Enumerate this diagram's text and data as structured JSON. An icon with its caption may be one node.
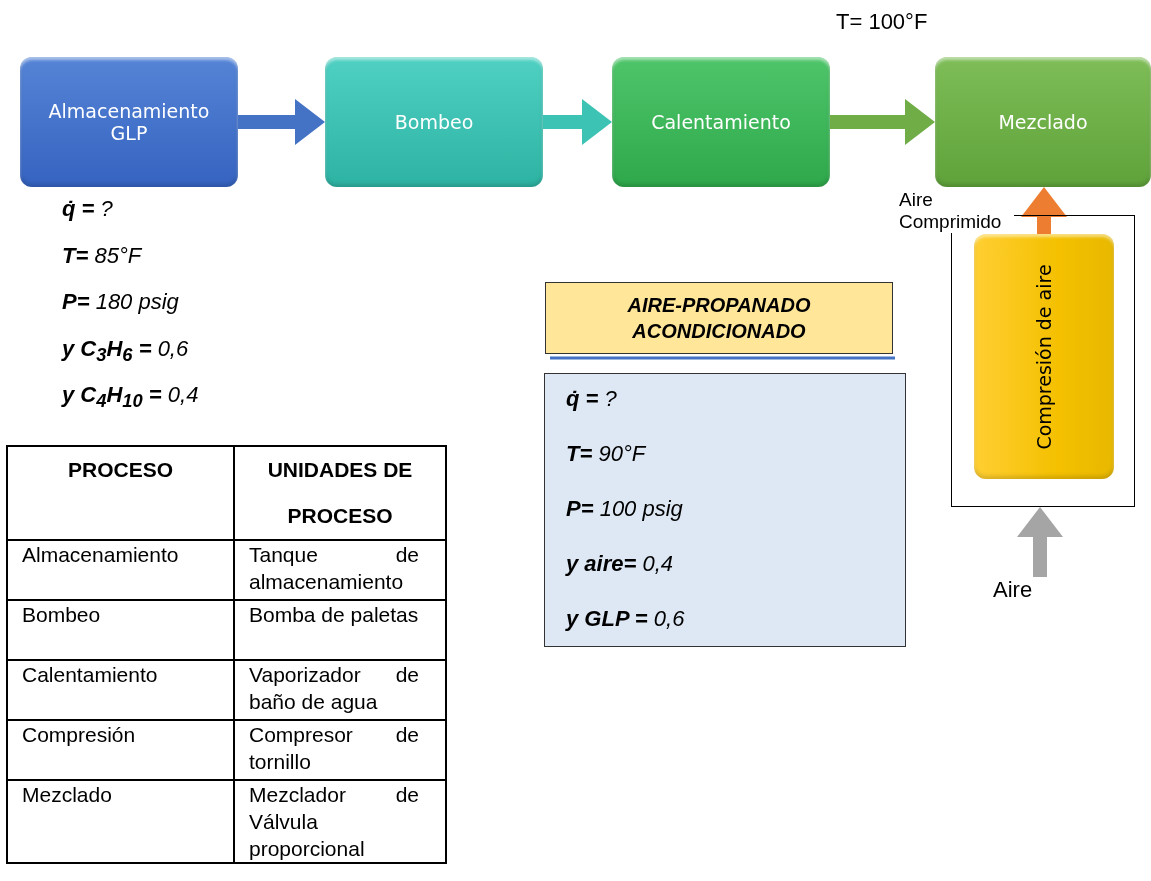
{
  "diagram": {
    "nodes": [
      {
        "text": [
          "Almacenamiento GLP"
        ],
        "beside": [
          "**q̇ =** ?",
          "**T=** 85°F",
          "**P=** 180 psig",
          "**y C$_{3}$H$_{6}$ =** 0,6",
          "**y C$_{4}$H$_{10}$ =** 0,4"
        ]
      },
      {
        "text": [
          "Bombeo"
        ]
      },
      {
        "text": [
          "Calentamiento"
        ]
      },
      {
        "text": [
          "Mezclado"
        ]
      },
      {
        "text": [],
        "shape": "box"
      },
      {
        "text": [
          "Compresión de aire"
        ],
        "in": 4
      },
      {
        "text": [
          "Aire"
        ]
      },
      {
        "text": [
          "AIRE-PROPANADO ACONDICIONADO"
        ]
      },
      {
        "text": [
          "**q̇ =** ?",
          "**T=** 90°F",
          "**P=** 100 psig",
          "**y aire=** 0,4",
          "**y GLP =** 0,6"
        ]
      }
    ],
    "edges": [
      {
        "from": 0,
        "to": 1,
        "arrow": "to",
        "color": "#4472c4"
      },
      {
        "from": 1,
        "to": 2,
        "arrow": "to",
        "color": "#3cc3b3"
      },
      {
        "from": 2,
        "to": 3,
        "arrow": "to",
        "color": "#70ad47"
      },
      {
        "from": 5,
        "to": 3,
        "arrow": "to",
        "color": "#ed7d31",
        "label": "Aire Comprimido"
      },
      {
        "from": 6,
        "to": 4,
        "arrow": "to",
        "color": "#a5a5a5"
      }
    ],
    "labels": [
      "T= 100°F",
      "PROCESO",
      "UNIDADES DE PROCESO",
      "Almacenamiento",
      "Tanque de almacenamiento",
      "Bombeo",
      "Bomba de paletas",
      "Calentamiento",
      "Vaporizador de baño de agua",
      "Compresión",
      "Compresor de tornillo",
      "Mezclado",
      "Mezclador de Válvula proporcional"
    ]
  }
}
